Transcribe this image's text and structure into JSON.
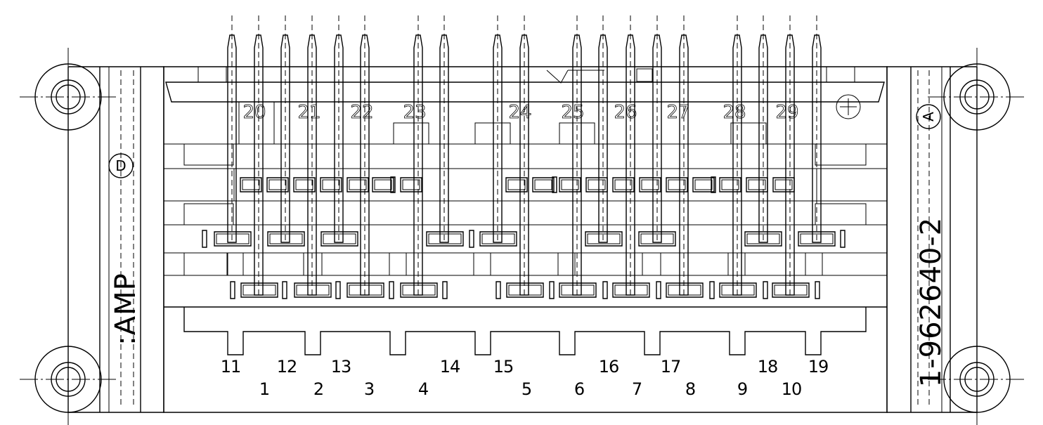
{
  "part_number": "1-962640-2",
  "brand": ":AMP",
  "left_marker": "D",
  "right_marker": "A",
  "pin_labels": {
    "top_row": [
      "11",
      "12",
      "13",
      "14",
      "15",
      "16",
      "17",
      "18",
      "19"
    ],
    "bottom_row": [
      "1",
      "2",
      "3",
      "4",
      "5",
      "6",
      "7",
      "8",
      "9",
      "10"
    ]
  },
  "molded_top_numbers": [
    "20",
    "21",
    "22",
    "23",
    "24",
    "25",
    "26",
    "27",
    "28",
    "29"
  ],
  "colors": {
    "line": "#000000",
    "background": "#ffffff"
  }
}
